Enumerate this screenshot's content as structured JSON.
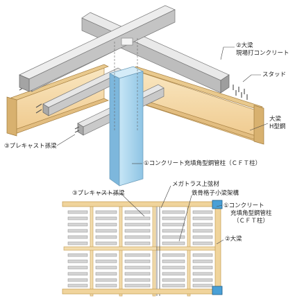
{
  "labels": {
    "girder_line1": "②大梁",
    "girder_line2": "現場打コンクリート",
    "stud": "スタッド",
    "steel_line1": "大梁",
    "steel_line2": "H型鋼",
    "precast_top": "③プレキャスト孫梁",
    "column_top": "①コンクリート充填角型鋼管柱（ＣＦＴ柱）",
    "precast_bottom": "③プレキャスト孫梁",
    "megatruss": "メガトラス上弦材",
    "lattice": "鉄骨格子小梁架構",
    "cft_line1": "①コンクリート",
    "cft_line2": "充填角型鋼管柱",
    "cft_line3": "（ＣＦＴ柱）",
    "girder_bottom": "②大梁"
  },
  "colors": {
    "column_blue": "#a9d6ee",
    "concrete": "#d9d9d9",
    "concrete_dark": "#a8a8a8",
    "steel_web": "#f6dcaa",
    "steel_flange": "#e7c386",
    "plan_beam": "#f0d49c",
    "plan_beam_edge": "#c49a4c",
    "node_blue": "#4aa0d6"
  }
}
